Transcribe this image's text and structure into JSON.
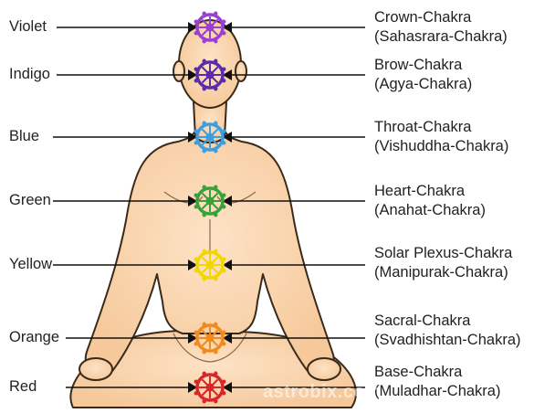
{
  "watermark": "astrobix.com",
  "chakras": [
    {
      "color_name": "Violet",
      "chakra_name": "Crown-Chakra",
      "sanskrit_name": "(Sahasrara-Chakra)",
      "hex": "#9b3fd1"
    },
    {
      "color_name": "Indigo",
      "chakra_name": "Brow-Chakra",
      "sanskrit_name": "(Agya-Chakra)",
      "hex": "#5a2ca8"
    },
    {
      "color_name": "Blue",
      "chakra_name": "Throat-Chakra",
      "sanskrit_name": "(Vishuddha-Chakra)",
      "hex": "#3a9ee0"
    },
    {
      "color_name": "Green",
      "chakra_name": "Heart-Chakra",
      "sanskrit_name": "(Anahat-Chakra)",
      "hex": "#3aa03a"
    },
    {
      "color_name": "Yellow",
      "chakra_name": "Solar Plexus-Chakra",
      "sanskrit_name": "(Manipurak-Chakra)",
      "hex": "#f2d600"
    },
    {
      "color_name": "Orange",
      "chakra_name": "Sacral-Chakra",
      "sanskrit_name": "(Svadhishtan-Chakra)",
      "hex": "#f08a1c"
    },
    {
      "color_name": "Red",
      "chakra_name": "Base-Chakra",
      "sanskrit_name": "(Muladhar-Chakra)",
      "hex": "#d8262a"
    }
  ]
}
